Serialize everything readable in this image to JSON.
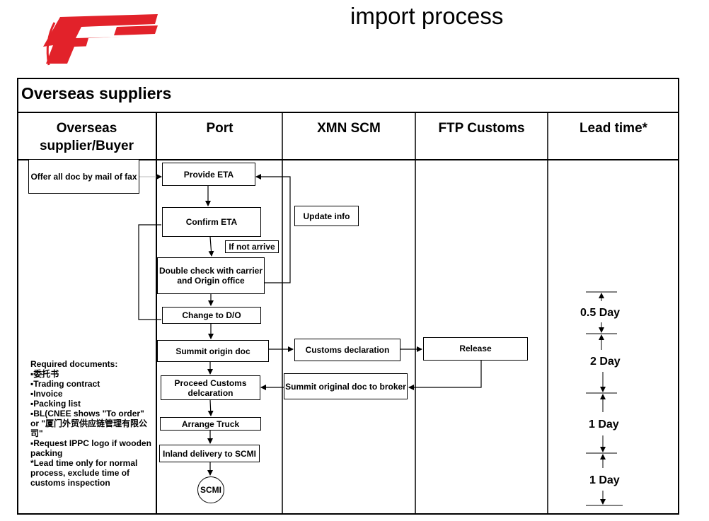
{
  "page": {
    "title": "import process",
    "section_title": "Overseas suppliers"
  },
  "columns": [
    {
      "label": "Overseas supplier/Buyer"
    },
    {
      "label": "Port"
    },
    {
      "label": "XMN SCM"
    },
    {
      "label": "FTP Customs"
    },
    {
      "label": "Lead time*"
    }
  ],
  "boxes": {
    "offer": "Offer all doc by mail of fax",
    "provide_eta": "Provide ETA",
    "confirm_eta": "Confirm ETA",
    "update_info": "Update info",
    "if_not_arrive": "If not arrive",
    "double_check_1": "Double check with carrier",
    "double_check_2": "and Origin office",
    "change_do": "Change to D/O",
    "summit_origin": "Summit origin doc",
    "customs_declaration": "Customs declaration",
    "release": "Release",
    "proceed_1": "Proceed Customs",
    "proceed_2": "delcaration",
    "summit_original": "Summit original doc to broker",
    "arrange_truck": "Arrange Truck",
    "inland_delivery": "Inland delivery to SCMI",
    "scmi": "SCMI"
  },
  "notes": [
    "Required documents:",
    "▪委托书",
    "▪Trading contract",
    "▪Invoice",
    "▪Packing list",
    "▪BL(CNEE shows \"To order\"",
    "or \"厦门外贸供应链管理有限公",
    "司\"",
    "▪Request IPPC logo if wooden",
    "packing",
    "*Lead time only for normal",
    " process, exclude time of",
    "customs inspection"
  ],
  "lead_times": [
    "0.5 Day",
    "2 Day",
    "1 Day",
    "1 Day"
  ],
  "colors": {
    "logo_red": "#e2222a",
    "line": "#000000"
  }
}
